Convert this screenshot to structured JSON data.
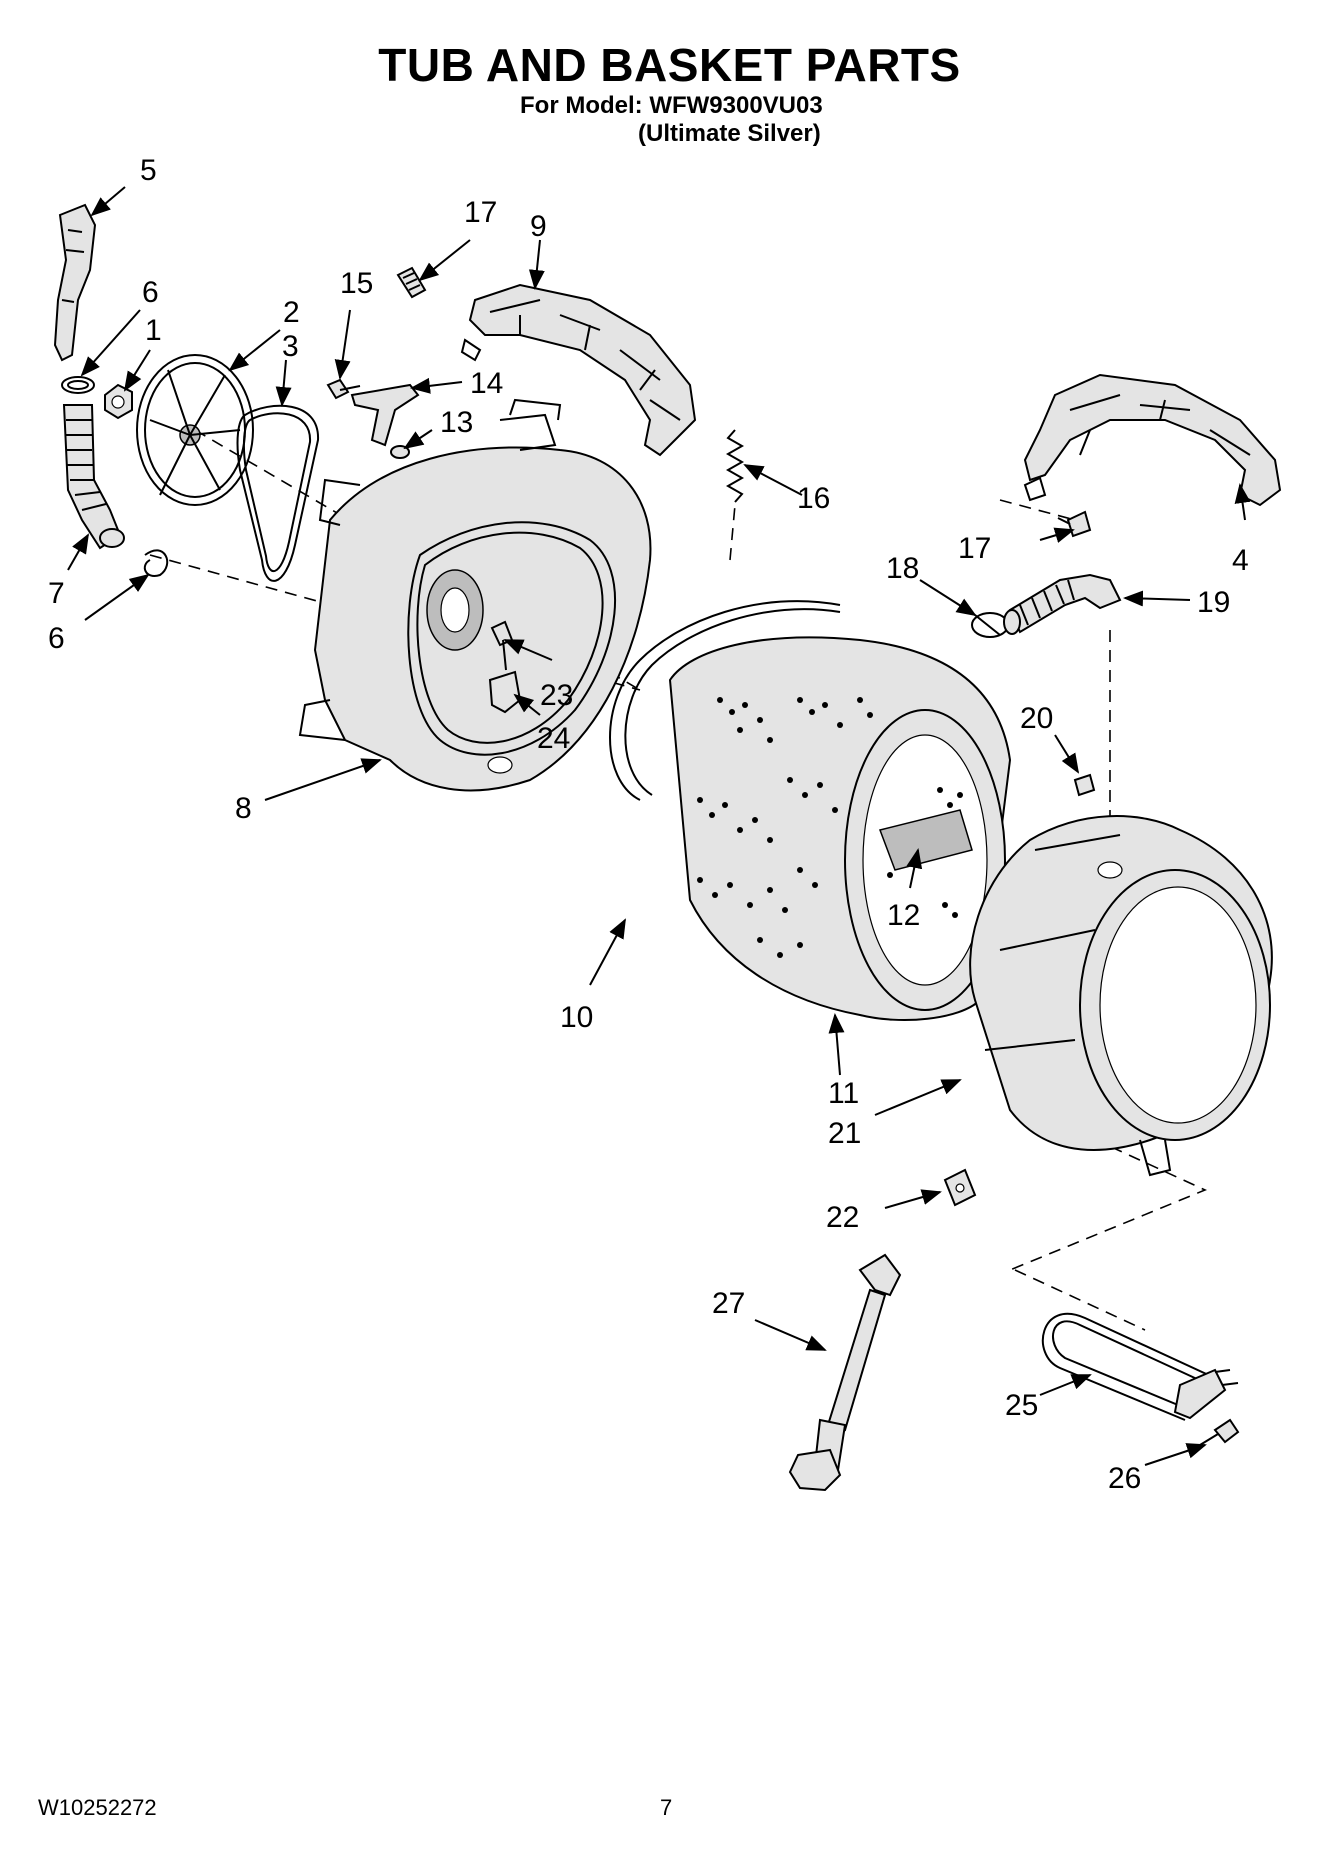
{
  "header": {
    "title": "TUB AND BASKET PARTS",
    "model": "For Model: WFW9300VU03",
    "color": "(Ultimate Silver)"
  },
  "footer": {
    "doc_number": "W10252272",
    "page_number": "7"
  },
  "callouts": [
    "5",
    "6",
    "1",
    "2",
    "3",
    "15",
    "17",
    "9",
    "14",
    "13",
    "16",
    "17",
    "4",
    "18",
    "19",
    "7",
    "6",
    "23",
    "24",
    "8",
    "20",
    "12",
    "10",
    "11",
    "21",
    "22",
    "27",
    "25",
    "26"
  ]
}
